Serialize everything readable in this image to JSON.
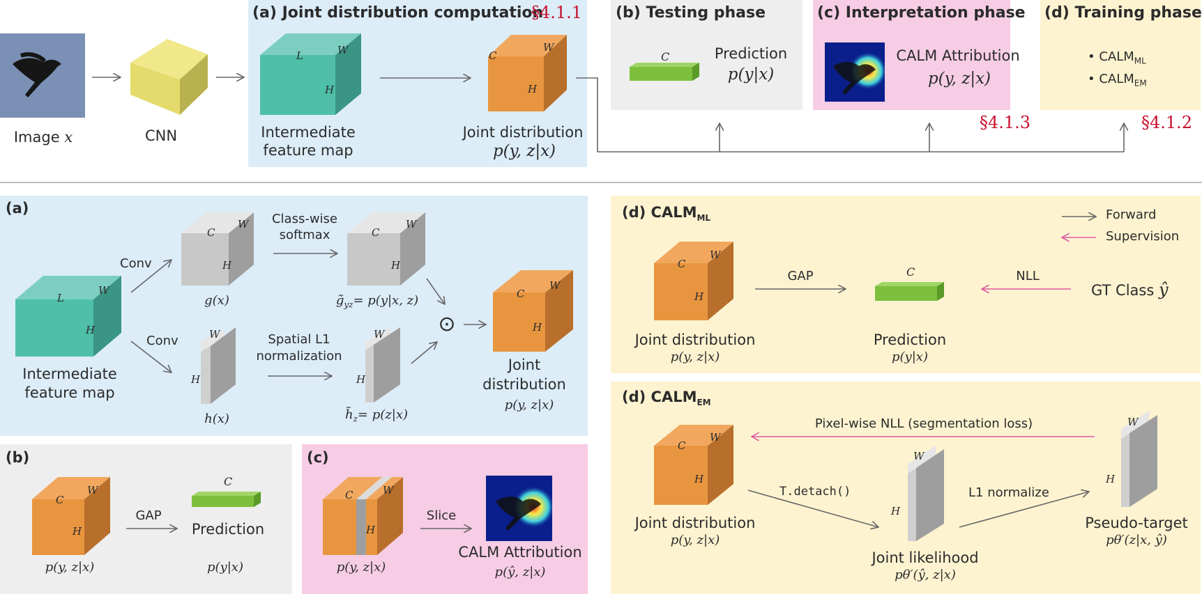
{
  "colors": {
    "blue_panel": "#dcedf8",
    "gray_panel": "#eeeeee",
    "pink_panel": "#f6cde4",
    "yellow_panel": "#fdf3d0",
    "teal_cube": "#4fbfa8",
    "orange_cube": "#e8953f",
    "gray_cube": "#c8c8c8",
    "green_bar": "#7cbf3d",
    "yellow_cube": "#e4db6c",
    "section_red": "#c8102e",
    "supervision_pink": "#e05aa0",
    "arrow_gray": "#666666"
  },
  "top": {
    "input_label": "Image",
    "input_var": "x",
    "cnn_label": "CNN",
    "a": {
      "title": "(a) Joint distribution computation",
      "section": "§4.1.1",
      "feature_map_line1": "Intermediate",
      "feature_map_line2": "feature map",
      "joint_line1": "Joint distribution",
      "joint_math": "p(y, z|x)"
    },
    "b": {
      "title": "(b) Testing phase",
      "pred_label": "Prediction",
      "pred_math": "p(y|x)"
    },
    "c": {
      "title": "(c) Interpretation phase",
      "attr_label": "CALM Attribution",
      "attr_math": "p(y, z|x)",
      "section": "§4.1.3"
    },
    "d": {
      "title": "(d) Training phase",
      "item1": "CALM",
      "item1_sub": "ML",
      "item2": "CALM",
      "item2_sub": "EM",
      "section": "§4.1.2"
    }
  },
  "bottom_a": {
    "label": "(a)",
    "conv1": "Conv",
    "conv2": "Conv",
    "softmax_line1": "Class-wise",
    "softmax_line2": "softmax",
    "spatial_line1": "Spatial L1",
    "spatial_line2": "normalization",
    "feature_line1": "Intermediate",
    "feature_line2": "feature map",
    "gx": "g(x)",
    "hx": "h(x)",
    "g_tilde": "g̃",
    "g_tilde_sub": "yz",
    "g_tilde_eq": "= p(y|x, z)",
    "h_tilde": "h̃",
    "h_tilde_sub": "z",
    "h_tilde_eq": "= p(z|x)",
    "odot": "⊙",
    "joint_line1": "Joint",
    "joint_line2": "distribution",
    "joint_math": "p(y, z|x)"
  },
  "bottom_b": {
    "label": "(b)",
    "gap": "GAP",
    "pred": "Prediction",
    "joint_math": "p(y, z|x)",
    "pred_math": "p(y|x)"
  },
  "bottom_c": {
    "label": "(c)",
    "slice": "Slice",
    "attr": "CALM Attribution",
    "joint_math": "p(y, z|x)",
    "attr_math": "p(ŷ, z|x)"
  },
  "ml": {
    "title": "(d) CALM",
    "title_sub": "ML",
    "legend_forward": "Forward",
    "legend_supervision": "Supervision",
    "gap": "GAP",
    "nll": "NLL",
    "gt_class": "GT Class",
    "gt_math": "ŷ",
    "joint_label": "Joint distribution",
    "joint_math": "p(y, z|x)",
    "pred_label": "Prediction",
    "pred_math": "p(y|x)"
  },
  "em": {
    "title": "(d) CALM",
    "title_sub": "EM",
    "pixel_nll": "Pixel-wise NLL (segmentation loss)",
    "detach": "T.detach()",
    "l1": "L1 normalize",
    "joint_label": "Joint distribution",
    "joint_math": "p(y, z|x)",
    "likelihood_label": "Joint likelihood",
    "likelihood_math": "pθ′(ŷ, z|x)",
    "pseudo_label": "Pseudo-target",
    "pseudo_math": "pθ′(z|x, ŷ)"
  },
  "dims": {
    "C": "C",
    "W": "W",
    "H": "H",
    "L": "L"
  }
}
